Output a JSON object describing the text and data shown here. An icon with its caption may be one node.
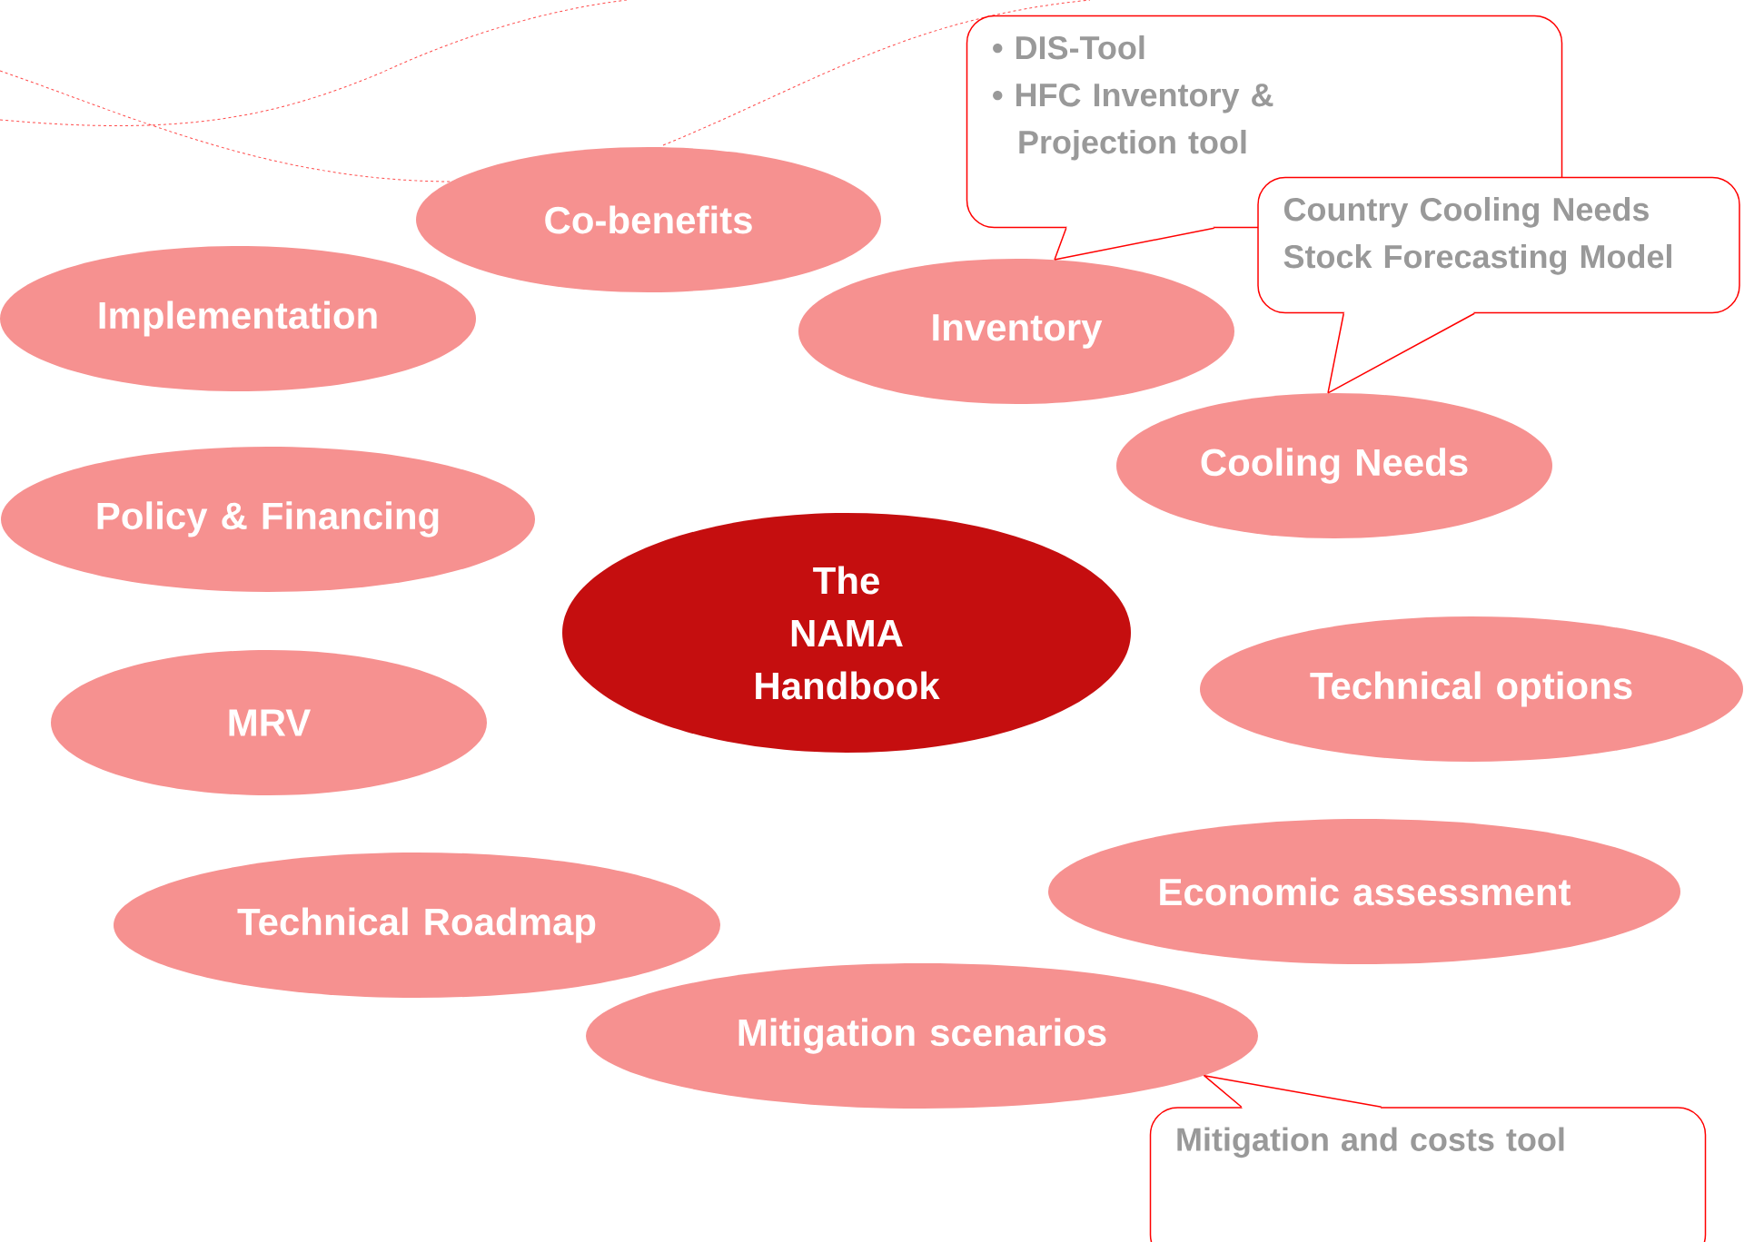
{
  "diagram": {
    "nodes": [
      {
        "text": [
          "Co-benefits"
        ]
      },
      {
        "text": [
          "Implementation"
        ]
      },
      {
        "text": [
          "Inventory"
        ]
      },
      {
        "text": [
          "Cooling Needs"
        ]
      },
      {
        "text": [
          "Policy & Financing"
        ]
      },
      {
        "text": [
          "The NAMA Handbook"
        ]
      },
      {
        "text": [
          "Technical options"
        ]
      },
      {
        "text": [
          "MRV"
        ]
      },
      {
        "text": [
          "Economic assessment"
        ]
      },
      {
        "text": [
          "Technical Roadmap"
        ]
      },
      {
        "text": [
          "Mitigation scenarios"
        ]
      },
      {
        "text": [
          "• DIS-Tool",
          "• HFC Inventory & Projection tool"
        ]
      },
      {
        "text": [
          "Country Cooling Needs Stock Forecasting Model"
        ]
      },
      {
        "text": [
          "Mitigation and costs tool"
        ]
      }
    ],
    "edges": [
      {
        "from": 11,
        "to": 2,
        "arrow": "none"
      },
      {
        "from": 12,
        "to": 3,
        "arrow": "none"
      },
      {
        "from": 13,
        "to": 10,
        "arrow": "none"
      }
    ]
  }
}
